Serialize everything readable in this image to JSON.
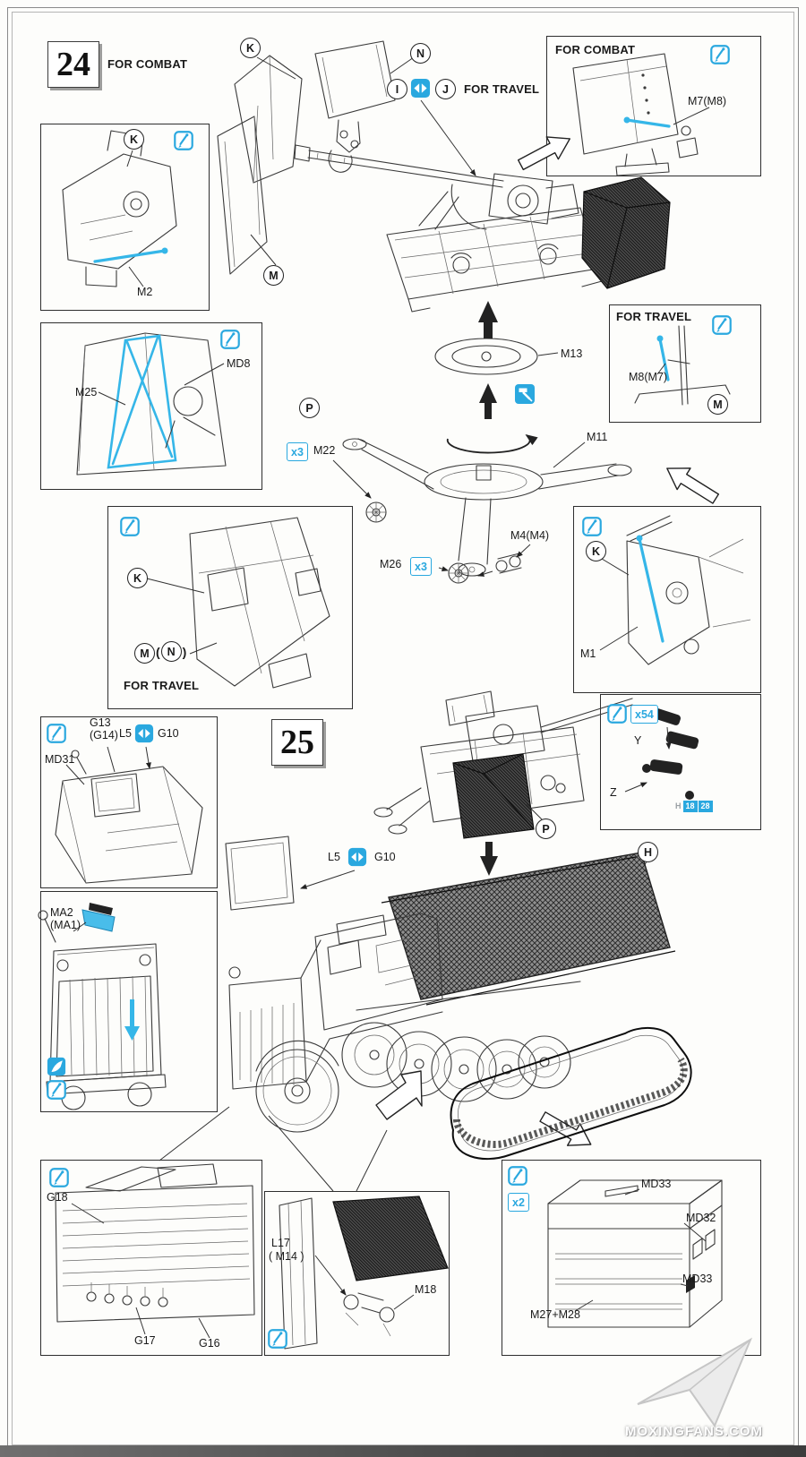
{
  "colors": {
    "accent": "#2AA8DF",
    "highlight": "#35B6E8"
  },
  "watermark": "MOXINGFANS.COM",
  "step24": {
    "number": "24",
    "for_combat": "FOR COMBAT",
    "for_travel_caption": "FOR TRAVEL",
    "callouts": {
      "k": "K",
      "n": "N",
      "i": "I",
      "j": "J",
      "m": "M",
      "p": "P"
    },
    "labels": {
      "m13": "M13",
      "m22": "M22",
      "m26": "M26",
      "m11": "M11",
      "m4": "M4(M4)"
    },
    "quantities": {
      "m22": "x3",
      "m26": "x3"
    }
  },
  "panel_breech": {
    "callout_k": "K",
    "m2": "M2"
  },
  "panel_windshield": {
    "md8": "MD8",
    "m25": "M25"
  },
  "panel_for_combat": {
    "title": "FOR COMBAT",
    "m7": "M7(M8)"
  },
  "panel_for_travel_small": {
    "title": "FOR TRAVEL",
    "m8": "M8(M7)",
    "callout_m": "M"
  },
  "panel_for_travel_large": {
    "title": "FOR TRAVEL",
    "callout_k": "K",
    "callout_m": "M",
    "paren_open": "(",
    "callout_n": "N",
    "paren_close": ")"
  },
  "panel_m1": {
    "callout_k": "K",
    "m1": "M1"
  },
  "panel_track_links": {
    "quantity": "x54",
    "y": "Y",
    "z": "Z",
    "ref_letter": "H",
    "ref_1": "18",
    "ref_2": "28"
  },
  "step25": {
    "number": "25",
    "labels": {
      "l5": "L5",
      "g10": "G10"
    },
    "callouts": {
      "p": "P",
      "h": "H"
    }
  },
  "panel_cab_interior": {
    "g13": "G13",
    "g14": "(G14)",
    "l5": "L5",
    "g10": "G10",
    "md31": "MD31"
  },
  "panel_front_end": {
    "ma2": "MA2",
    "ma1": "(MA1)"
  },
  "panel_underside": {
    "g18": "G18",
    "g17": "G17",
    "g16": "G16"
  },
  "panel_spare_barrel": {
    "l17": "L17",
    "m14": "( M14 )",
    "m18": "M18"
  },
  "panel_toolbox": {
    "quantity": "x2",
    "md33_top": "MD33",
    "md32": "MD32",
    "md33_front": "MD33",
    "m27_m28": "M27+M28"
  }
}
